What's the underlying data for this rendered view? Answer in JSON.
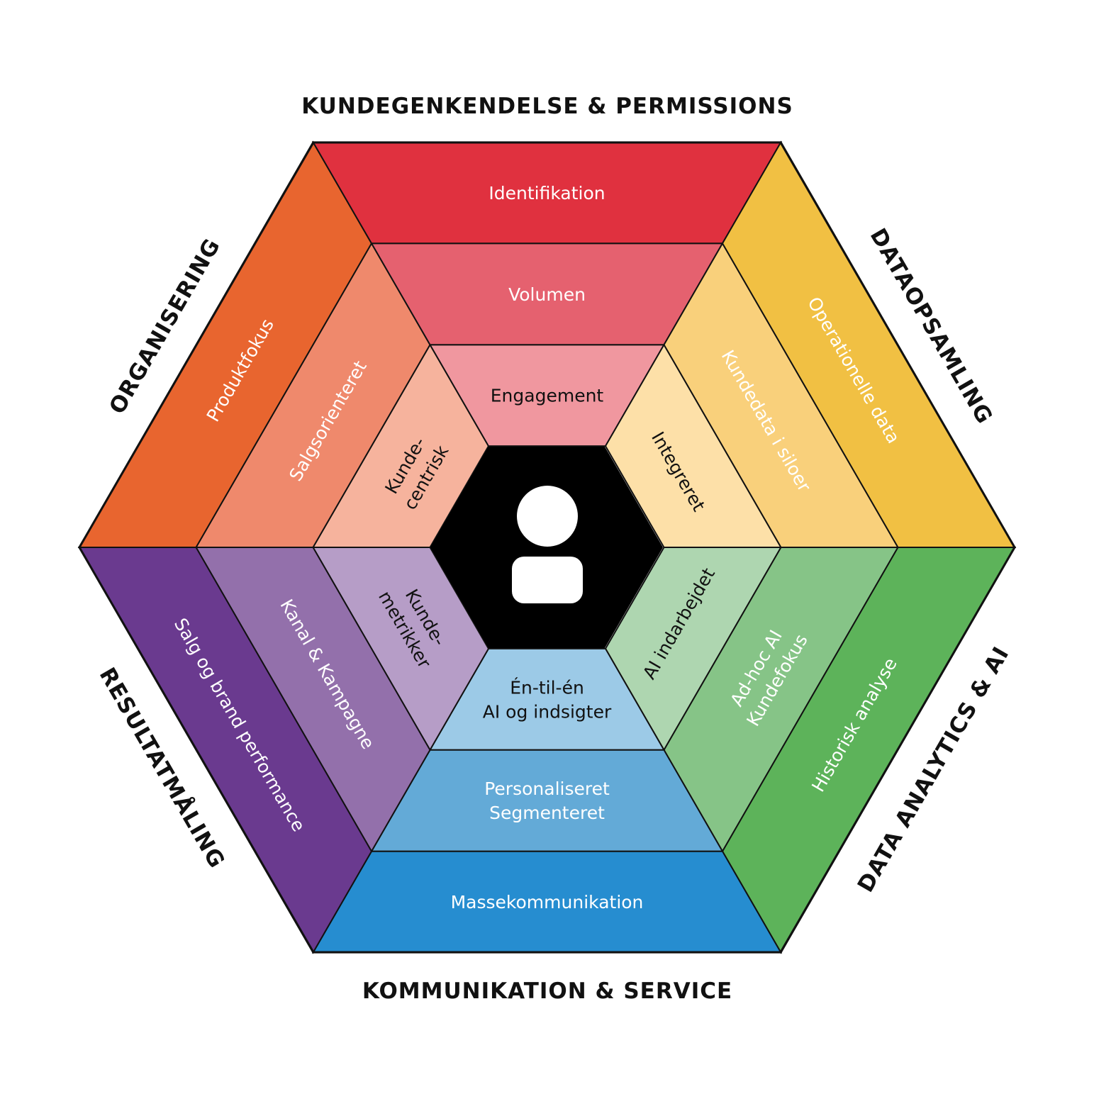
{
  "titles": {
    "top": "KUNDEGENKENDELSE & PERMISSIONS",
    "upper_right": "DATAOPSAMLING",
    "lower_right": "DATA ANALYTICS & AI",
    "bottom": "KOMMUNIKATION & SERVICE",
    "lower_left": "RESULTATMÅLING",
    "upper_left": "ORGANISERING"
  },
  "sections": {
    "top": {
      "color_outer": "#e0313f",
      "color_middle": "#e5616f",
      "color_inner": "#f0979f",
      "outer": [
        "Identifikation"
      ],
      "middle": [
        "Volumen"
      ],
      "inner": [
        "Engagement"
      ]
    },
    "upper_right": {
      "color_outer": "#f1c043",
      "color_middle": "#f9d07b",
      "color_inner": "#fde0a8",
      "outer": [
        "Operationelle data"
      ],
      "middle": [
        "Kundedata i siloer"
      ],
      "inner": [
        "Integreret"
      ]
    },
    "lower_right": {
      "color_outer": "#5db35a",
      "color_middle": "#86c487",
      "color_inner": "#aed6b0",
      "outer": [
        "Historisk analyse"
      ],
      "middle": [
        "Ad-hoc AI",
        "Kundefokus"
      ],
      "inner": [
        "AI indarbejdet"
      ]
    },
    "bottom": {
      "color_outer": "#268dd0",
      "color_middle": "#63aad7",
      "color_inner": "#9ccae7",
      "outer": [
        "Massekommunikation"
      ],
      "middle": [
        "Personaliseret",
        "Segmenteret"
      ],
      "inner": [
        "Én-til-én",
        "AI og indsigter"
      ]
    },
    "lower_left": {
      "color_outer": "#6a3a8f",
      "color_middle": "#9370ab",
      "color_inner": "#b69dc7",
      "outer": [
        "Salg og brand performance"
      ],
      "middle": [
        "Kanal & Kampagne"
      ],
      "inner": [
        "Kunde-",
        "metrikker"
      ]
    },
    "upper_left": {
      "color_outer": "#e8652f",
      "color_middle": "#ef896c",
      "color_inner": "#f6b39d",
      "outer": [
        "Produktfokus"
      ],
      "middle": [
        "Salgsorienteret"
      ],
      "inner": [
        "Kunde-",
        "centrisk"
      ]
    }
  },
  "center": {
    "color": "#000000",
    "icon": "person-icon",
    "icon_color": "#ffffff"
  }
}
